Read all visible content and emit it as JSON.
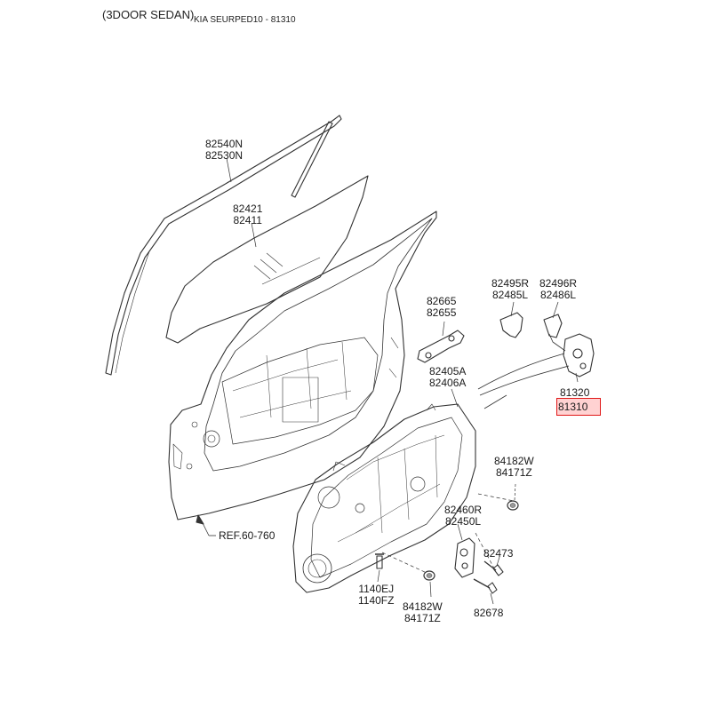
{
  "header": {
    "subtitle": "(3DOOR SEDAN)",
    "title": "KIA SEURPED10 - 81310"
  },
  "highlight_color": "#e01818",
  "highlight_fill": "#ffd2d2",
  "parts": {
    "run_channel": [
      "82540N",
      "82530N"
    ],
    "glass": [
      "82421",
      "82411"
    ],
    "outside_handle": [
      "82665",
      "82655"
    ],
    "handle_brackets_left": [
      "82495R",
      "82485L"
    ],
    "handle_brackets_right": [
      "82496R",
      "82486L"
    ],
    "cable": [
      "82405A",
      "82406A"
    ],
    "latch_upper": "81320",
    "latch_highlighted": "81310",
    "plug_upper": [
      "84182W",
      "84171Z"
    ],
    "regulator": [
      "82460R",
      "82450L"
    ],
    "screw_right": "82473",
    "bolt_lower": [
      "1140EJ",
      "1140FZ"
    ],
    "plug_lower": [
      "84182W",
      "84171Z"
    ],
    "screw_bottom": "82678",
    "ref": "REF.60-760"
  }
}
